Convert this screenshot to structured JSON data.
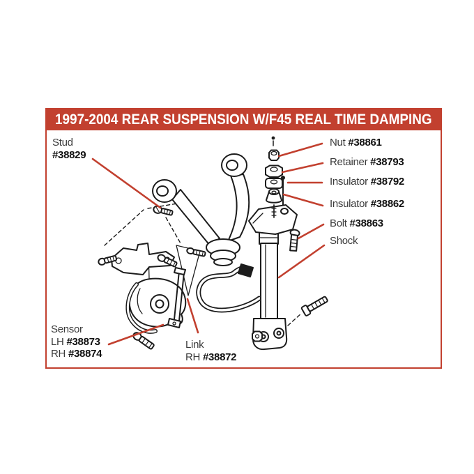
{
  "colors": {
    "accent_red": "#c2402f",
    "ink_black": "#1c1c1c",
    "label_gray": "#3a3a3a",
    "part_black": "#121212",
    "background": "#ffffff"
  },
  "header": {
    "title": "1997-2004 REAR SUSPENSION W/F45 REAL TIME DAMPING"
  },
  "labels": {
    "stud": {
      "name": "Stud",
      "part": "#38829"
    },
    "nut": {
      "name": "Nut",
      "part": "#38861"
    },
    "retainer": {
      "name": "Retainer",
      "part": "#38793"
    },
    "insulator_upper": {
      "name": "Insulator",
      "part": "#38792"
    },
    "insulator_lower": {
      "name": "Insulator",
      "part": "#38862"
    },
    "bolt": {
      "name": "Bolt",
      "part": "#38863"
    },
    "shock": {
      "name": "Shock"
    },
    "sensor": {
      "name": "Sensor",
      "lh_label": "LH",
      "lh_part": "#38873",
      "rh_label": "RH",
      "rh_part": "#38874"
    },
    "link": {
      "name": "Link",
      "rh_label": "RH",
      "rh_part": "#38872"
    }
  }
}
